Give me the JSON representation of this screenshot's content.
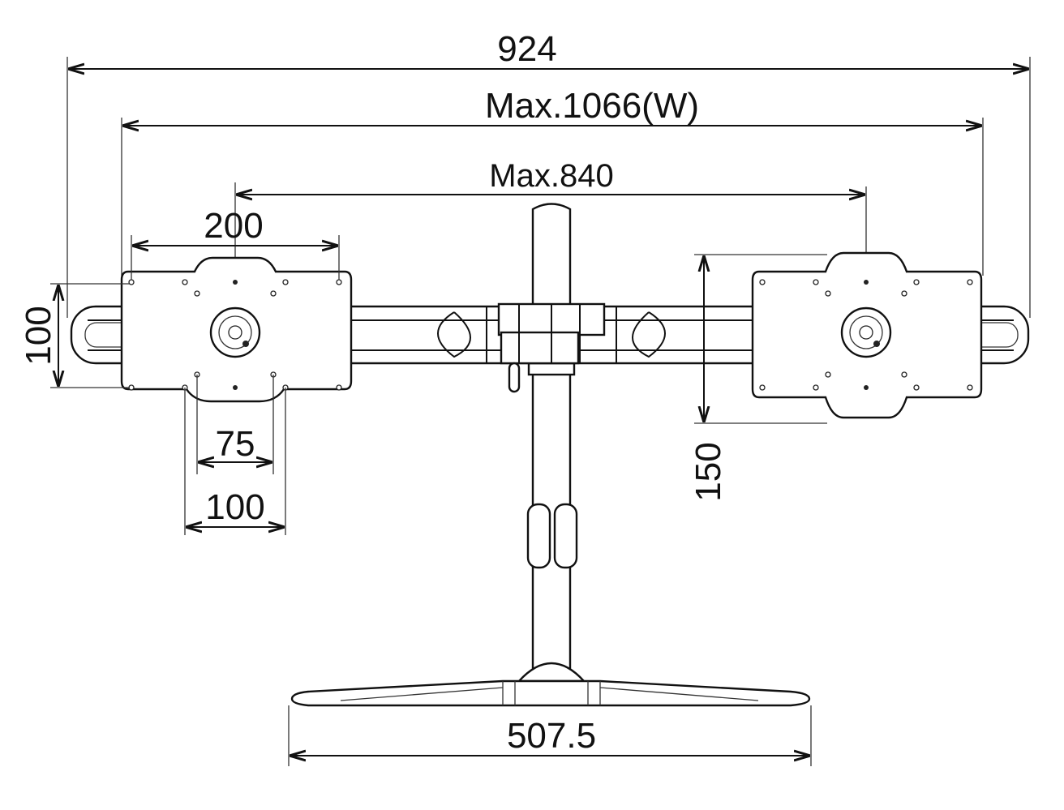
{
  "diagram": {
    "title": "Dual monitor desk stand dimensions",
    "dimensions": {
      "overall_width": "924",
      "max_width": "Max.1066(W)",
      "max_center_distance": "Max.840",
      "vesa_200": "200",
      "vesa_100_vertical": "100",
      "vesa_75": "75",
      "vesa_100_horizontal": "100",
      "vesa_150": "150",
      "base_width": "507.5"
    }
  }
}
